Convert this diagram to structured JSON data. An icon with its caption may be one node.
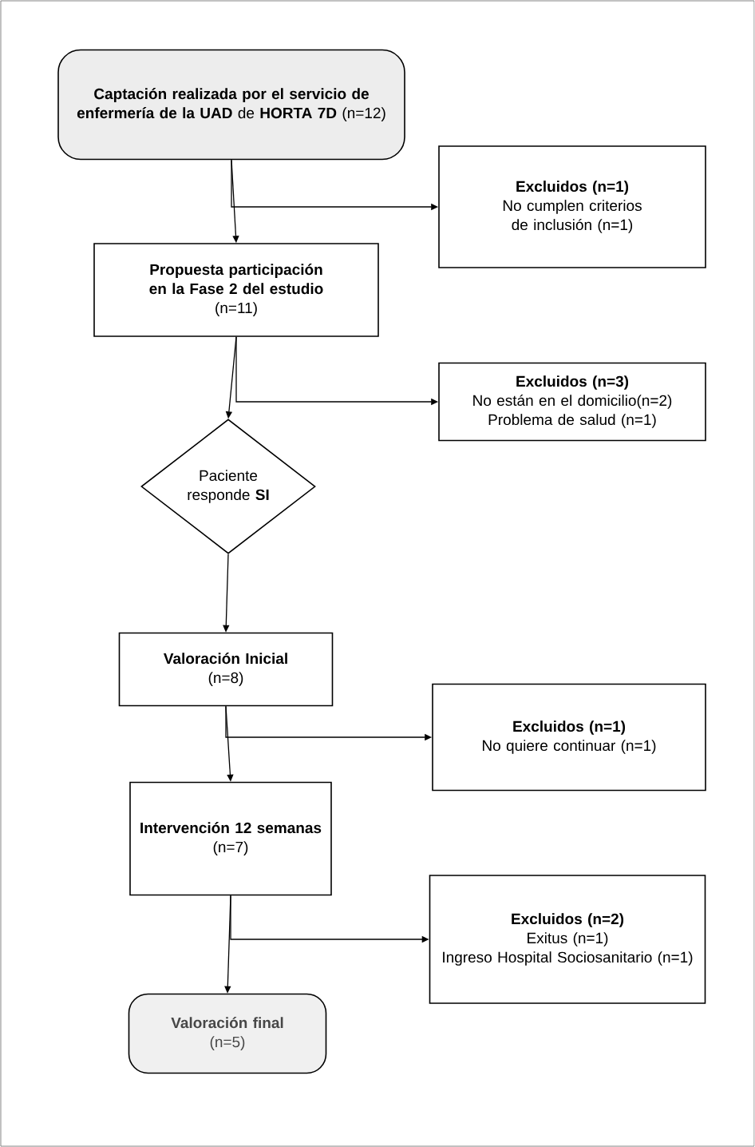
{
  "diagram": {
    "nodes": [
      {
        "text": [
          "**Captación realizada por el servicio de enfermería de la UAD** de **HORTA 7D** (n=12)"
        ]
      },
      {
        "text": [
          "Excluidos (n=1)",
          "No cumplen criterios de inclusión (n=1)"
        ]
      },
      {
        "text": [
          "Propuesta participación en la Fase 2 del estudio",
          "(n=11)"
        ]
      },
      {
        "text": [
          "Excluidos (n=3)",
          "No están en el domicilio(n=2)",
          "Problema de salud (n=1)"
        ]
      },
      {
        "text": [
          "Paciente responde **SI**"
        ]
      },
      {
        "text": [
          "Valoración Inicial",
          "(n=8)"
        ]
      },
      {
        "text": [
          "Excluidos (n=1)",
          "No quiere continuar (n=1)"
        ]
      },
      {
        "text": [
          "Intervención 12 semanas",
          "(n=7)"
        ]
      },
      {
        "text": [
          "Excluidos (n=2)",
          "Exitus (n=1)",
          "Ingreso Hospital Sociosanitario (n=1)"
        ]
      },
      {
        "text": [
          "Valoración final",
          "(n=5)"
        ]
      }
    ],
    "edges": [
      {
        "from": 0,
        "to": 2,
        "arrow": "to"
      },
      {
        "from": 0,
        "to": 1,
        "arrow": "to"
      },
      {
        "from": 2,
        "to": 4,
        "arrow": "to"
      },
      {
        "from": 2,
        "to": 3,
        "arrow": "to"
      },
      {
        "from": 4,
        "to": 5,
        "arrow": "to"
      },
      {
        "from": 5,
        "to": 7,
        "arrow": "to"
      },
      {
        "from": 5,
        "to": 6,
        "arrow": "to"
      },
      {
        "from": 7,
        "to": 9,
        "arrow": "to"
      },
      {
        "from": 7,
        "to": 8,
        "arrow": "to"
      }
    ]
  }
}
